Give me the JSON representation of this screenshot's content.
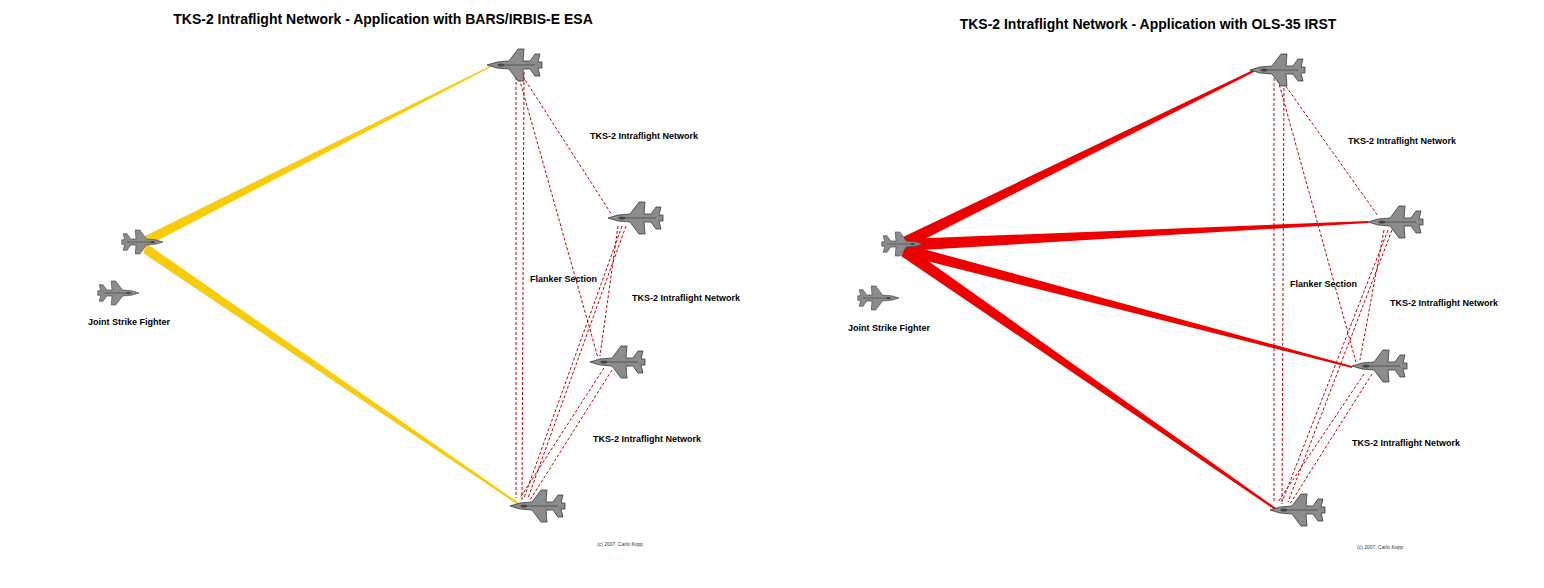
{
  "diagram": {
    "title": "TKS-2 Intraflight Network - Application with BARS/IRBIS-E ESA",
    "labels": [
      "TKS-2 Intraflight Network - Application with OLS-35 IRST",
      "TKS-2 Intraflight Network",
      "Flanker Section",
      "TKS-2 Intraflight Network",
      "TKS-2 Intraflight Network",
      "Joint Strike Fighter",
      "(c) 2007, Carlo Kopp",
      "TKS-2 Intraflight Network",
      "Flanker Section",
      "TKS-2 Intraflight Network",
      "TKS-2 Intraflight Network",
      "Joint Strike Fighter",
      "(c) 2007, Carlo Kopp"
    ]
  }
}
